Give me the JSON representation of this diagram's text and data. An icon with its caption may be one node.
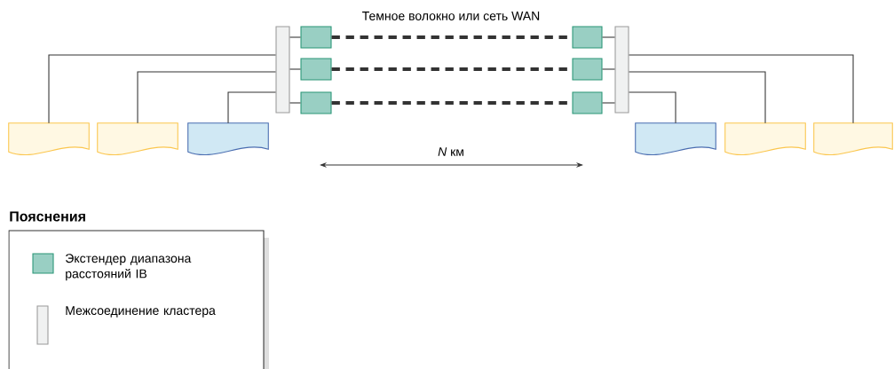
{
  "diagram": {
    "nodes": [
      {
        "text": [],
        "shape": "bar"
      },
      {
        "text": [],
        "shape": "box"
      },
      {
        "text": [],
        "shape": "box"
      },
      {
        "text": [],
        "shape": "box"
      },
      {
        "text": [],
        "shape": "box"
      },
      {
        "text": [],
        "shape": "box"
      },
      {
        "text": [],
        "shape": "box"
      },
      {
        "text": [],
        "shape": "bar"
      },
      {
        "text": [],
        "shape": "document"
      },
      {
        "text": [],
        "shape": "document"
      },
      {
        "text": [],
        "shape": "document"
      },
      {
        "text": [],
        "shape": "document"
      },
      {
        "text": [],
        "shape": "document"
      },
      {
        "text": [],
        "shape": "document"
      }
    ],
    "edges": [
      {
        "from": 0,
        "to": 1,
        "arrow": "none"
      },
      {
        "from": 0,
        "to": 2,
        "arrow": "none"
      },
      {
        "from": 0,
        "to": 3,
        "arrow": "none"
      },
      {
        "from": 1,
        "to": 4,
        "arrow": "none",
        "style": "dashed"
      },
      {
        "from": 2,
        "to": 5,
        "arrow": "none",
        "style": "dashed"
      },
      {
        "from": 3,
        "to": 6,
        "arrow": "none",
        "style": "dashed"
      },
      {
        "from": 7,
        "to": 4,
        "arrow": "none"
      },
      {
        "from": 7,
        "to": 5,
        "arrow": "none"
      },
      {
        "from": 7,
        "to": 6,
        "arrow": "none"
      },
      {
        "from": 8,
        "to": 0,
        "arrow": "none"
      },
      {
        "from": 9,
        "to": 0,
        "arrow": "none"
      },
      {
        "from": 10,
        "to": 0,
        "arrow": "none"
      },
      {
        "from": 11,
        "to": 7,
        "arrow": "none"
      },
      {
        "from": 12,
        "to": 7,
        "arrow": "none"
      },
      {
        "from": 13,
        "to": 7,
        "arrow": "none"
      }
    ],
    "labels": [
      "Темное волокно или сеть WAN",
      "*N* км",
      "Пояснения"
    ],
    "legend": [
      {
        "text": "Экстендер диапазона расстояний IB",
        "color": "#99cfc3"
      },
      {
        "text": "Межсоединение кластера",
        "color": "#f0f1f1"
      }
    ]
  }
}
